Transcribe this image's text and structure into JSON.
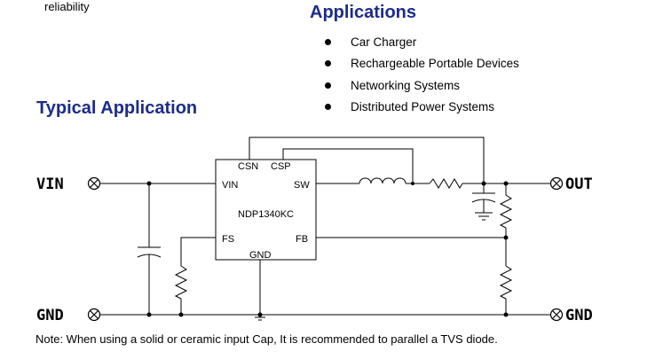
{
  "previous_text": "reliability",
  "applications": {
    "heading": "Applications",
    "items": [
      "Car Charger",
      "Rechargeable Portable Devices",
      "Networking Systems",
      "Distributed Power Systems"
    ]
  },
  "typical_application": {
    "heading": "Typical Application",
    "ic_name": "NDP1340KC",
    "pins": {
      "csn": "CSN",
      "csp": "CSP",
      "vin": "VIN",
      "sw": "SW",
      "fs": "FS",
      "fb": "FB",
      "gnd": "GND"
    },
    "terminals": {
      "vin": "VIN",
      "gnd_left": "GND",
      "out": "OUT",
      "gnd_right": "GND"
    }
  },
  "note": "Note: When using a solid or ceramic input Cap, It is recommended to parallel a TVS diode.",
  "colors": {
    "heading": "#1c2c8c",
    "text": "#000000"
  }
}
